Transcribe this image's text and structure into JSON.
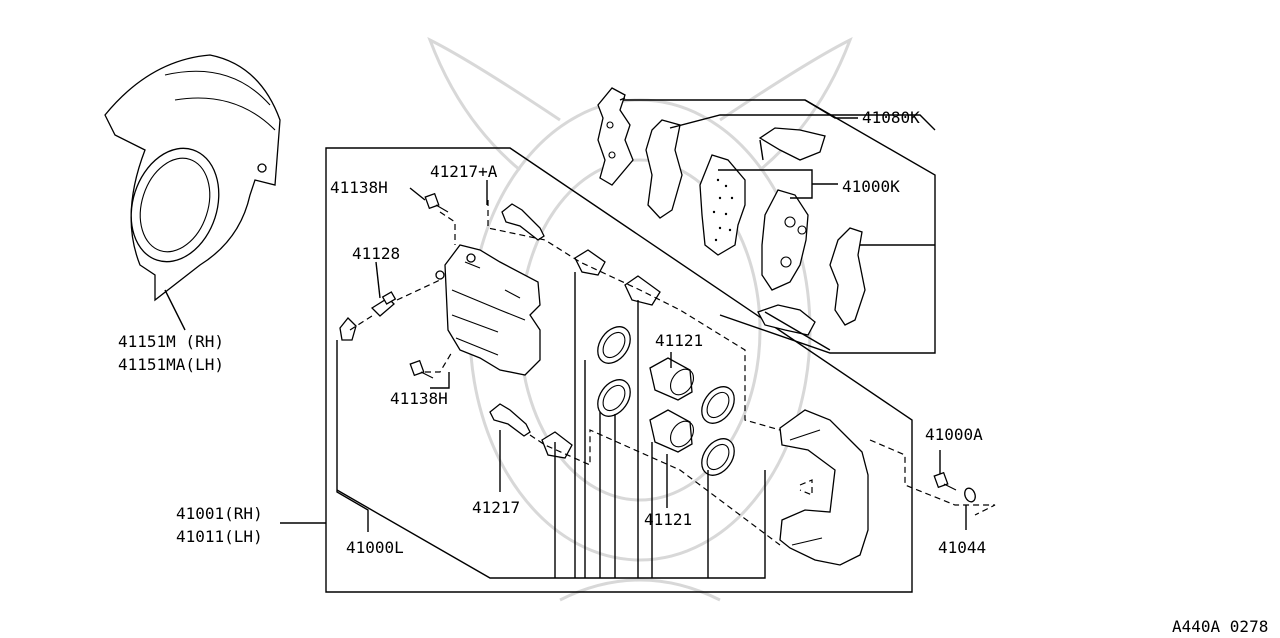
{
  "labels": {
    "p41080K": "41080K",
    "p41000K": "41000K",
    "p41217A": "41217+A",
    "p41138H_top": "41138H",
    "p41128": "41128",
    "p41151M": "41151M (RH)",
    "p41151MA": "41151MA(LH)",
    "p41121_top": "41121",
    "p41138H_bottom": "41138H",
    "p41000A": "41000A",
    "p41217": "41217",
    "p41121_bottom": "41121",
    "p41001": "41001(RH)",
    "p41011": "41011(LH)",
    "p41000L": "41000L",
    "p41044": "41044"
  },
  "diagram_code": "A440A 0278"
}
